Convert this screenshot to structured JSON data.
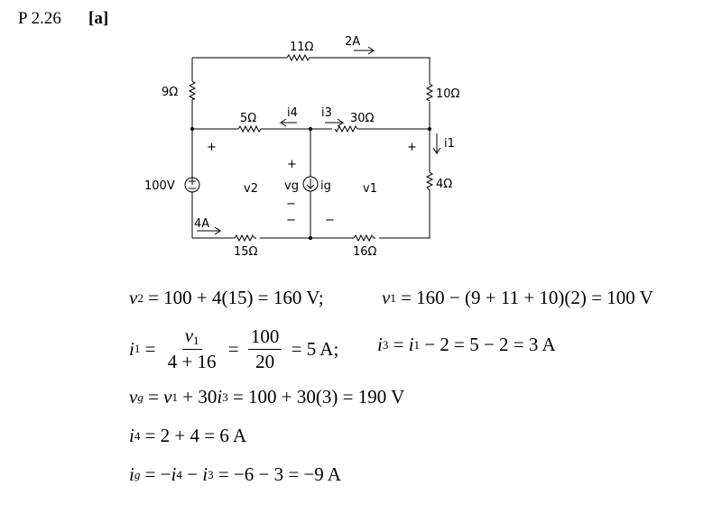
{
  "header": {
    "problem": "P 2.26",
    "part": "[a]"
  },
  "circuit": {
    "labels": {
      "r11": "11Ω",
      "r9": "9Ω",
      "r10": "10Ω",
      "r5": "5Ω",
      "r30": "30Ω",
      "r4": "4Ω",
      "r15": "15Ω",
      "r16": "16Ω",
      "src": "100V",
      "i2A": "2A",
      "i4A": "4A",
      "i4": "i4",
      "i3": "i3",
      "i1": "i1",
      "ig": "ig",
      "vg": "vg",
      "v2": "v2",
      "v1": "v1",
      "plus": "+",
      "minus": "−"
    }
  },
  "equations": [
    [
      {
        "t": "v",
        "i": 1
      },
      {
        "t": "2",
        "s": 1
      },
      {
        "t": " = 100 + 4(15) = 160 V;"
      }
    ],
    [
      {
        "t": "v",
        "i": 1
      },
      {
        "t": "1",
        "s": 1
      },
      {
        "t": " = 160 − (9 + 11 + 10)(2) = 100 V"
      }
    ],
    [
      {
        "t": "i",
        "i": 1
      },
      {
        "t": "1",
        "s": 1
      },
      {
        "t": " = "
      },
      {
        "f": [
          [
            {
              "t": "v",
              "i": 1
            },
            {
              "t": "1",
              "s": 1
            }
          ],
          [
            {
              "t": "4 + 16"
            }
          ]
        ]
      },
      {
        "t": " = "
      },
      {
        "f": [
          [
            {
              "t": "100"
            }
          ],
          [
            {
              "t": "20"
            }
          ]
        ]
      },
      {
        "t": " = 5 A;"
      }
    ],
    [
      {
        "t": "i",
        "i": 1
      },
      {
        "t": "3",
        "s": 1
      },
      {
        "t": " = "
      },
      {
        "t": "i",
        "i": 1
      },
      {
        "t": "1",
        "s": 1
      },
      {
        "t": " − 2 = 5 − 2 = 3 A"
      }
    ],
    [
      {
        "t": "v",
        "i": 1
      },
      {
        "t": "g",
        "s": 1,
        "i": 1
      },
      {
        "t": " = "
      },
      {
        "t": "v",
        "i": 1
      },
      {
        "t": "1",
        "s": 1
      },
      {
        "t": " + 30"
      },
      {
        "t": "i",
        "i": 1
      },
      {
        "t": "3",
        "s": 1
      },
      {
        "t": " = 100 + 30(3) = 190 V"
      }
    ],
    [
      {
        "t": "i",
        "i": 1
      },
      {
        "t": "4",
        "s": 1
      },
      {
        "t": " = 2 + 4 = 6 A"
      }
    ],
    [
      {
        "t": "i",
        "i": 1
      },
      {
        "t": "g",
        "s": 1,
        "i": 1
      },
      {
        "t": " = −"
      },
      {
        "t": "i",
        "i": 1
      },
      {
        "t": "4",
        "s": 1
      },
      {
        "t": " − "
      },
      {
        "t": "i",
        "i": 1
      },
      {
        "t": "3",
        "s": 1
      },
      {
        "t": " = −6 − 3 = −9 A"
      }
    ]
  ]
}
